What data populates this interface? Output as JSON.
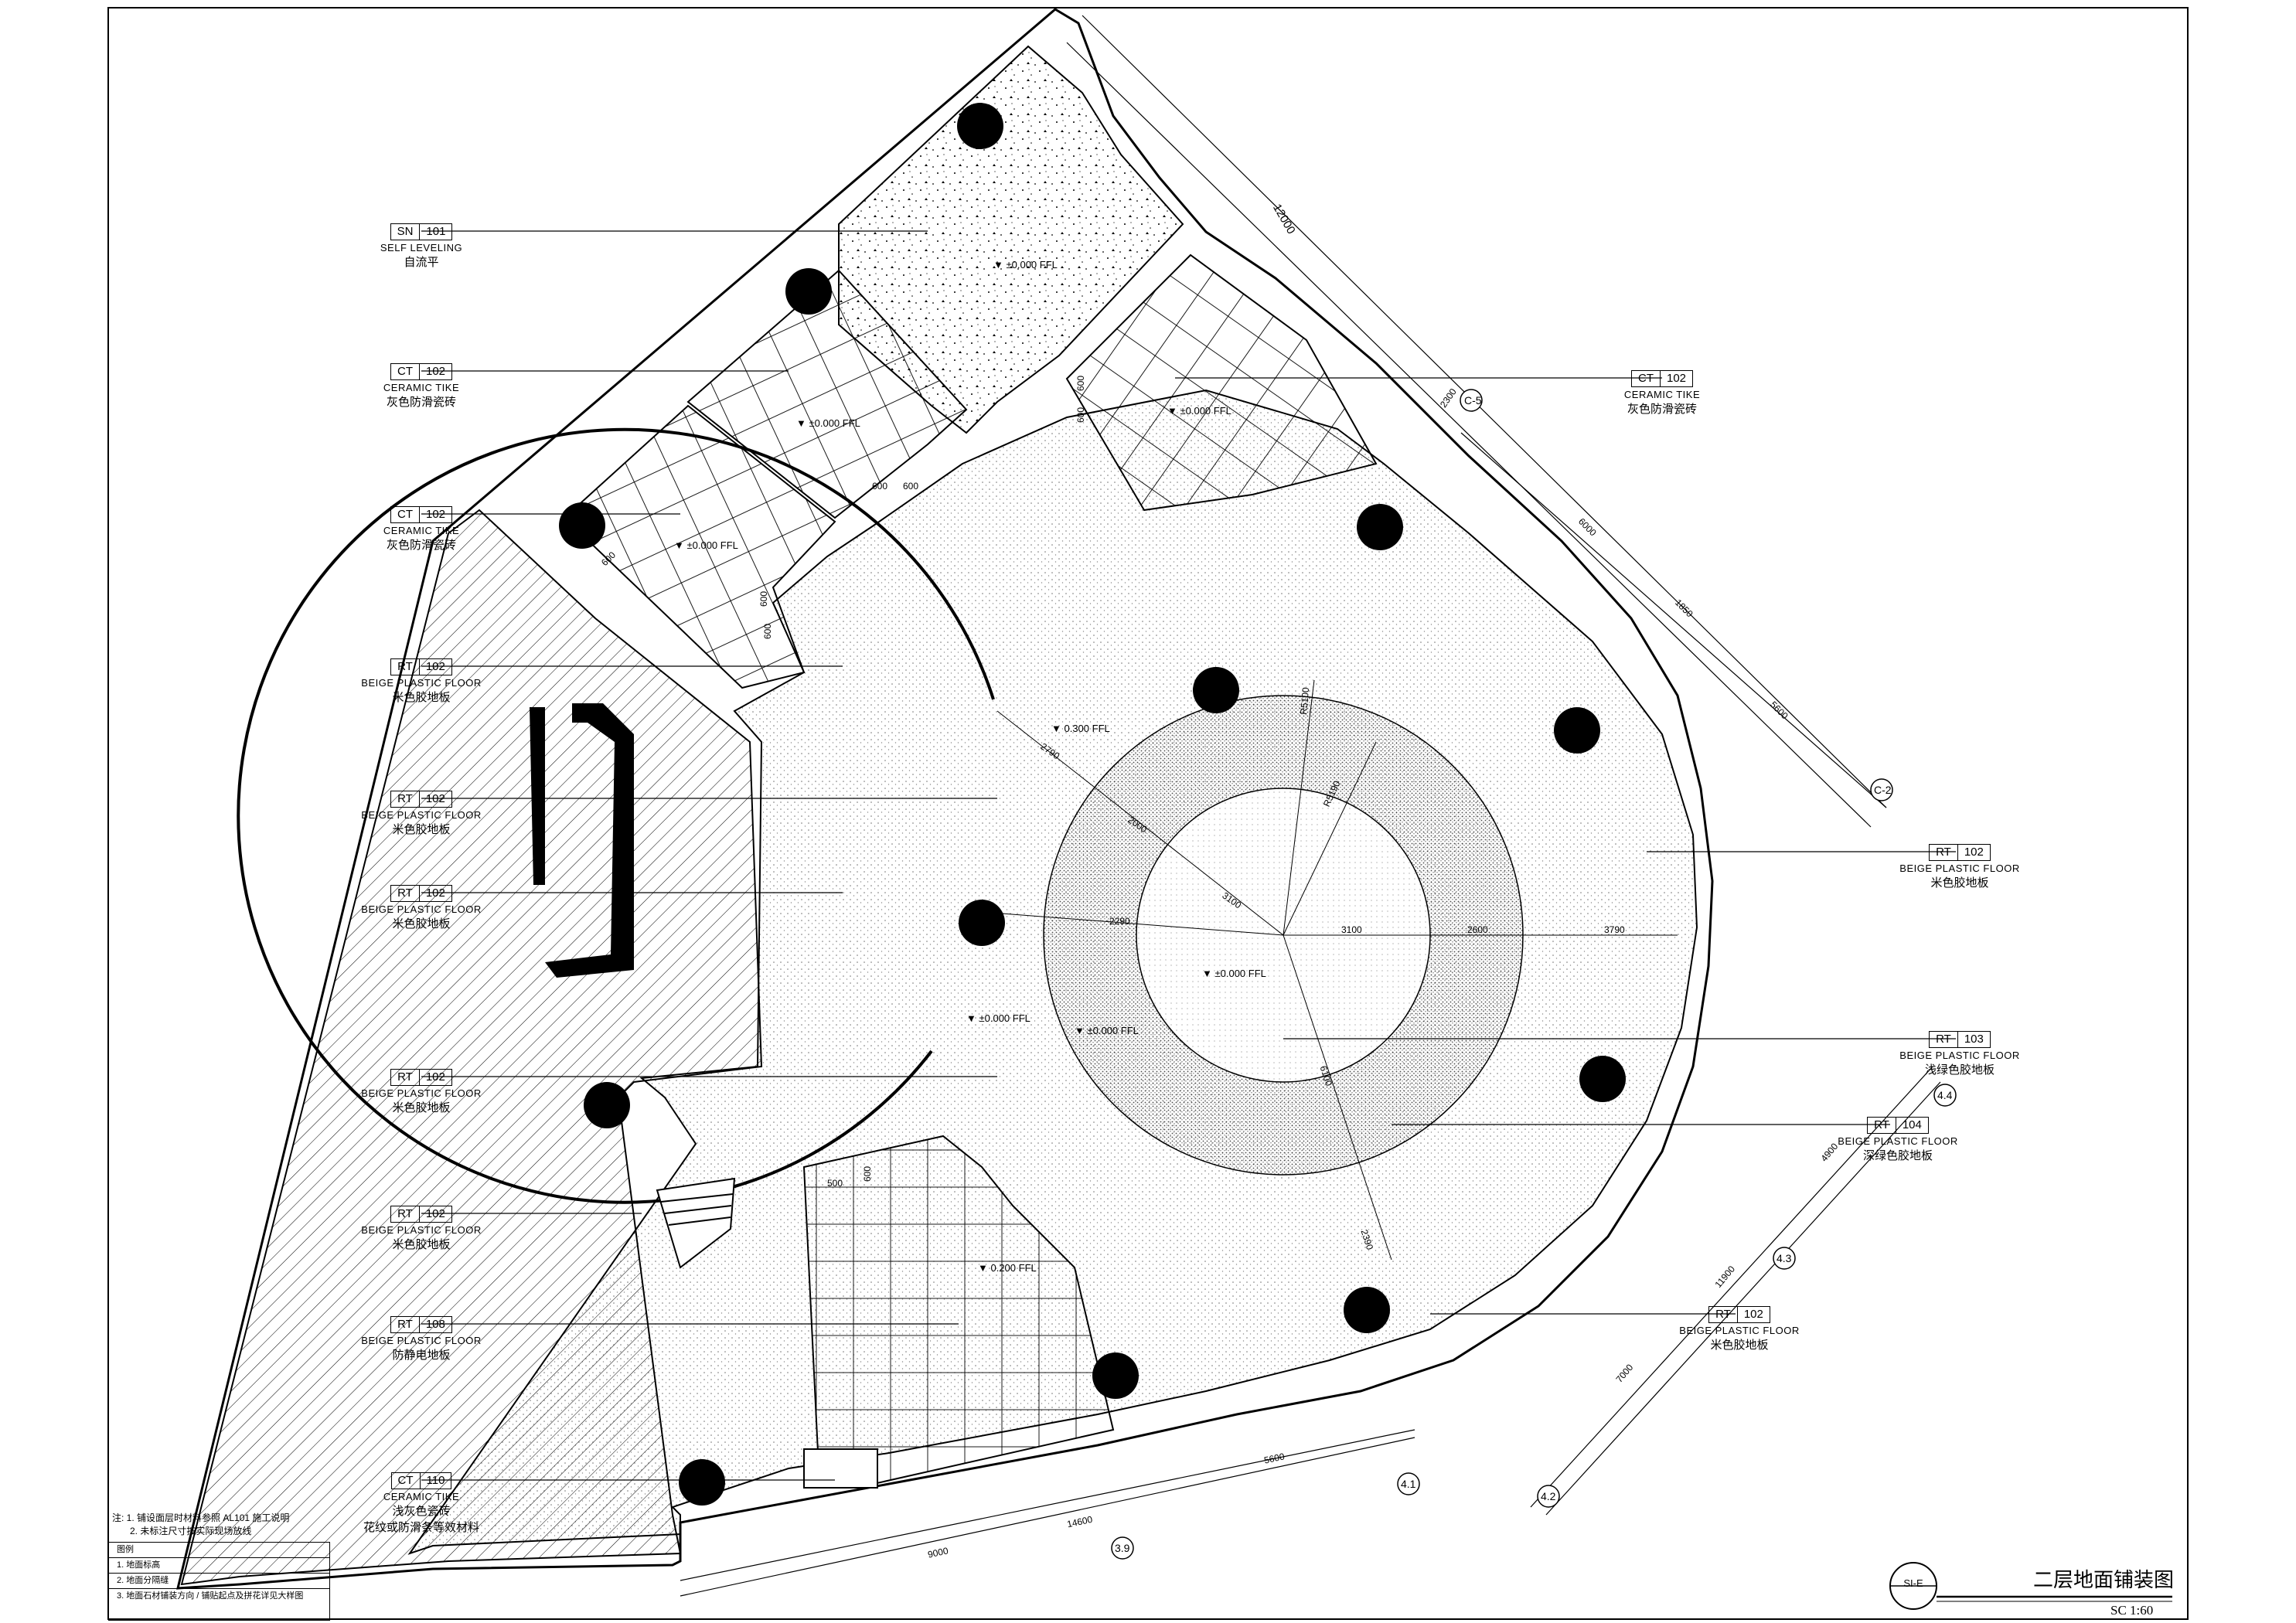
{
  "drawing": {
    "title": "二层地面铺装图",
    "scale": "SC  1:60",
    "title_symbol": "SI-E"
  },
  "tags": [
    {
      "id": "t1",
      "code": "SN",
      "num": "101",
      "en": "SELF LEVELING",
      "cn": "自流平"
    },
    {
      "id": "t2",
      "code": "CT",
      "num": "102",
      "en": "CERAMIC TIKE",
      "cn": "灰色防滑瓷砖"
    },
    {
      "id": "t3",
      "code": "CT",
      "num": "102",
      "en": "CERAMIC TIKE",
      "cn": "灰色防滑瓷砖"
    },
    {
      "id": "t4",
      "code": "RT",
      "num": "102",
      "en": "BEIGE PLASTIC FLOOR",
      "cn": "米色胶地板"
    },
    {
      "id": "t5",
      "code": "RT",
      "num": "102",
      "en": "BEIGE PLASTIC FLOOR",
      "cn": "米色胶地板"
    },
    {
      "id": "t6",
      "code": "RT",
      "num": "102",
      "en": "BEIGE PLASTIC FLOOR",
      "cn": "米色胶地板"
    },
    {
      "id": "t7",
      "code": "RT",
      "num": "102",
      "en": "BEIGE PLASTIC FLOOR",
      "cn": "米色胶地板"
    },
    {
      "id": "t8",
      "code": "RT",
      "num": "102",
      "en": "BEIGE PLASTIC FLOOR",
      "cn": "米色胶地板"
    },
    {
      "id": "t9",
      "code": "RT",
      "num": "108",
      "en": "BEIGE PLASTIC FLOOR",
      "cn": "防静电地板"
    },
    {
      "id": "t10",
      "code": "CT",
      "num": "110",
      "en": "CERAMIC TIKE",
      "cn": "浅灰色瓷砖"
    },
    {
      "id": "t11",
      "code": "CT",
      "num": "102",
      "en": "CERAMIC TIKE",
      "cn": "灰色防滑瓷砖"
    },
    {
      "id": "t12",
      "code": "RT",
      "num": "102",
      "en": "BEIGE PLASTIC FLOOR",
      "cn": "米色胶地板"
    },
    {
      "id": "t13",
      "code": "RT",
      "num": "103",
      "en": "BEIGE PLASTIC FLOOR",
      "cn": "浅绿色胶地板"
    },
    {
      "id": "t14",
      "code": "RT",
      "num": "104",
      "en": "BEIGE PLASTIC FLOOR",
      "cn": "深绿色胶地板"
    },
    {
      "id": "t15",
      "code": "RT",
      "num": "102",
      "en": "BEIGE PLASTIC FLOOR",
      "cn": "米色胶地板"
    }
  ],
  "tag10_extra": "花纹或防滑条等效材料",
  "levels": {
    "l1": "±0.000 FFL",
    "l2": "±0.000 FFL",
    "l3": "±0.000 FFL",
    "l4": "±0.000 FFL",
    "l5": "0.300 FFL",
    "l6": "±0.000 FFL",
    "l7": "±0.000 FFL",
    "l8": "±0.000 FFL",
    "l9": "0.200 FFL"
  },
  "dims": {
    "d600a": "600",
    "d600b": "600",
    "d600c": "600",
    "d600d": "600",
    "d600e": "600",
    "d600f": "600",
    "d600g": "600",
    "d500": "500",
    "d600h": "600",
    "r2790": "2790",
    "r2000": "2000",
    "r3100a": "3100",
    "r3100b": "3100",
    "r2600": "2600",
    "r3790": "3790",
    "r5100": "R5100",
    "r5190": "R5190",
    "r6100": "6100",
    "r2390": "2390",
    "r2290": "2290",
    "top12000": "12000",
    "top2300": "2300",
    "top6000": "6000",
    "top1850": "1850",
    "top5600": "5600",
    "right4900": "4900",
    "right11900": "11900",
    "right7000": "7000",
    "bot9000": "9000",
    "bot14600": "14600",
    "bot5600": "5600"
  },
  "grid": {
    "g1": "C-5",
    "g2": "C-2",
    "g3": "4.4",
    "g4": "4.3",
    "g5": "4.2",
    "g6": "4.1",
    "g7": "3.9"
  },
  "notes": {
    "n1": "注: 1. 铺设面层时材料参照 AL101 施工说明",
    "n2": "2. 未标注尺寸按实际现场放线"
  },
  "legend": {
    "header": "图例",
    "row1": "1. 地面标高",
    "row2": "2. 地面分隔缝",
    "row3": "3. 地面石材铺装方向 / 铺贴起点及拼花详见大样图"
  },
  "colors": {
    "ink": "#000000",
    "paper": "#ffffff"
  }
}
